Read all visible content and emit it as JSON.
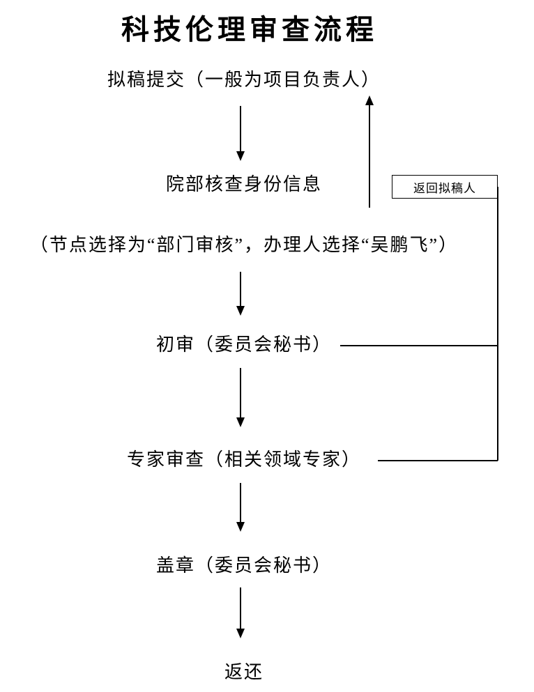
{
  "title": "科技伦理审查流程",
  "steps": {
    "draft_submit": "拟稿提交（一般为项目负责人）",
    "identity_check": "院部核查身份信息",
    "identity_check_note": "（节点选择为“部门审核”，办理人选择“吴鹏飞”）",
    "preliminary_review": "初审（委员会秘书）",
    "expert_review": "专家审查（相关领域专家）",
    "stamp": "盖章（委员会秘书）",
    "final_return": "返还"
  },
  "return_box": {
    "label": "返回拟稿人"
  }
}
